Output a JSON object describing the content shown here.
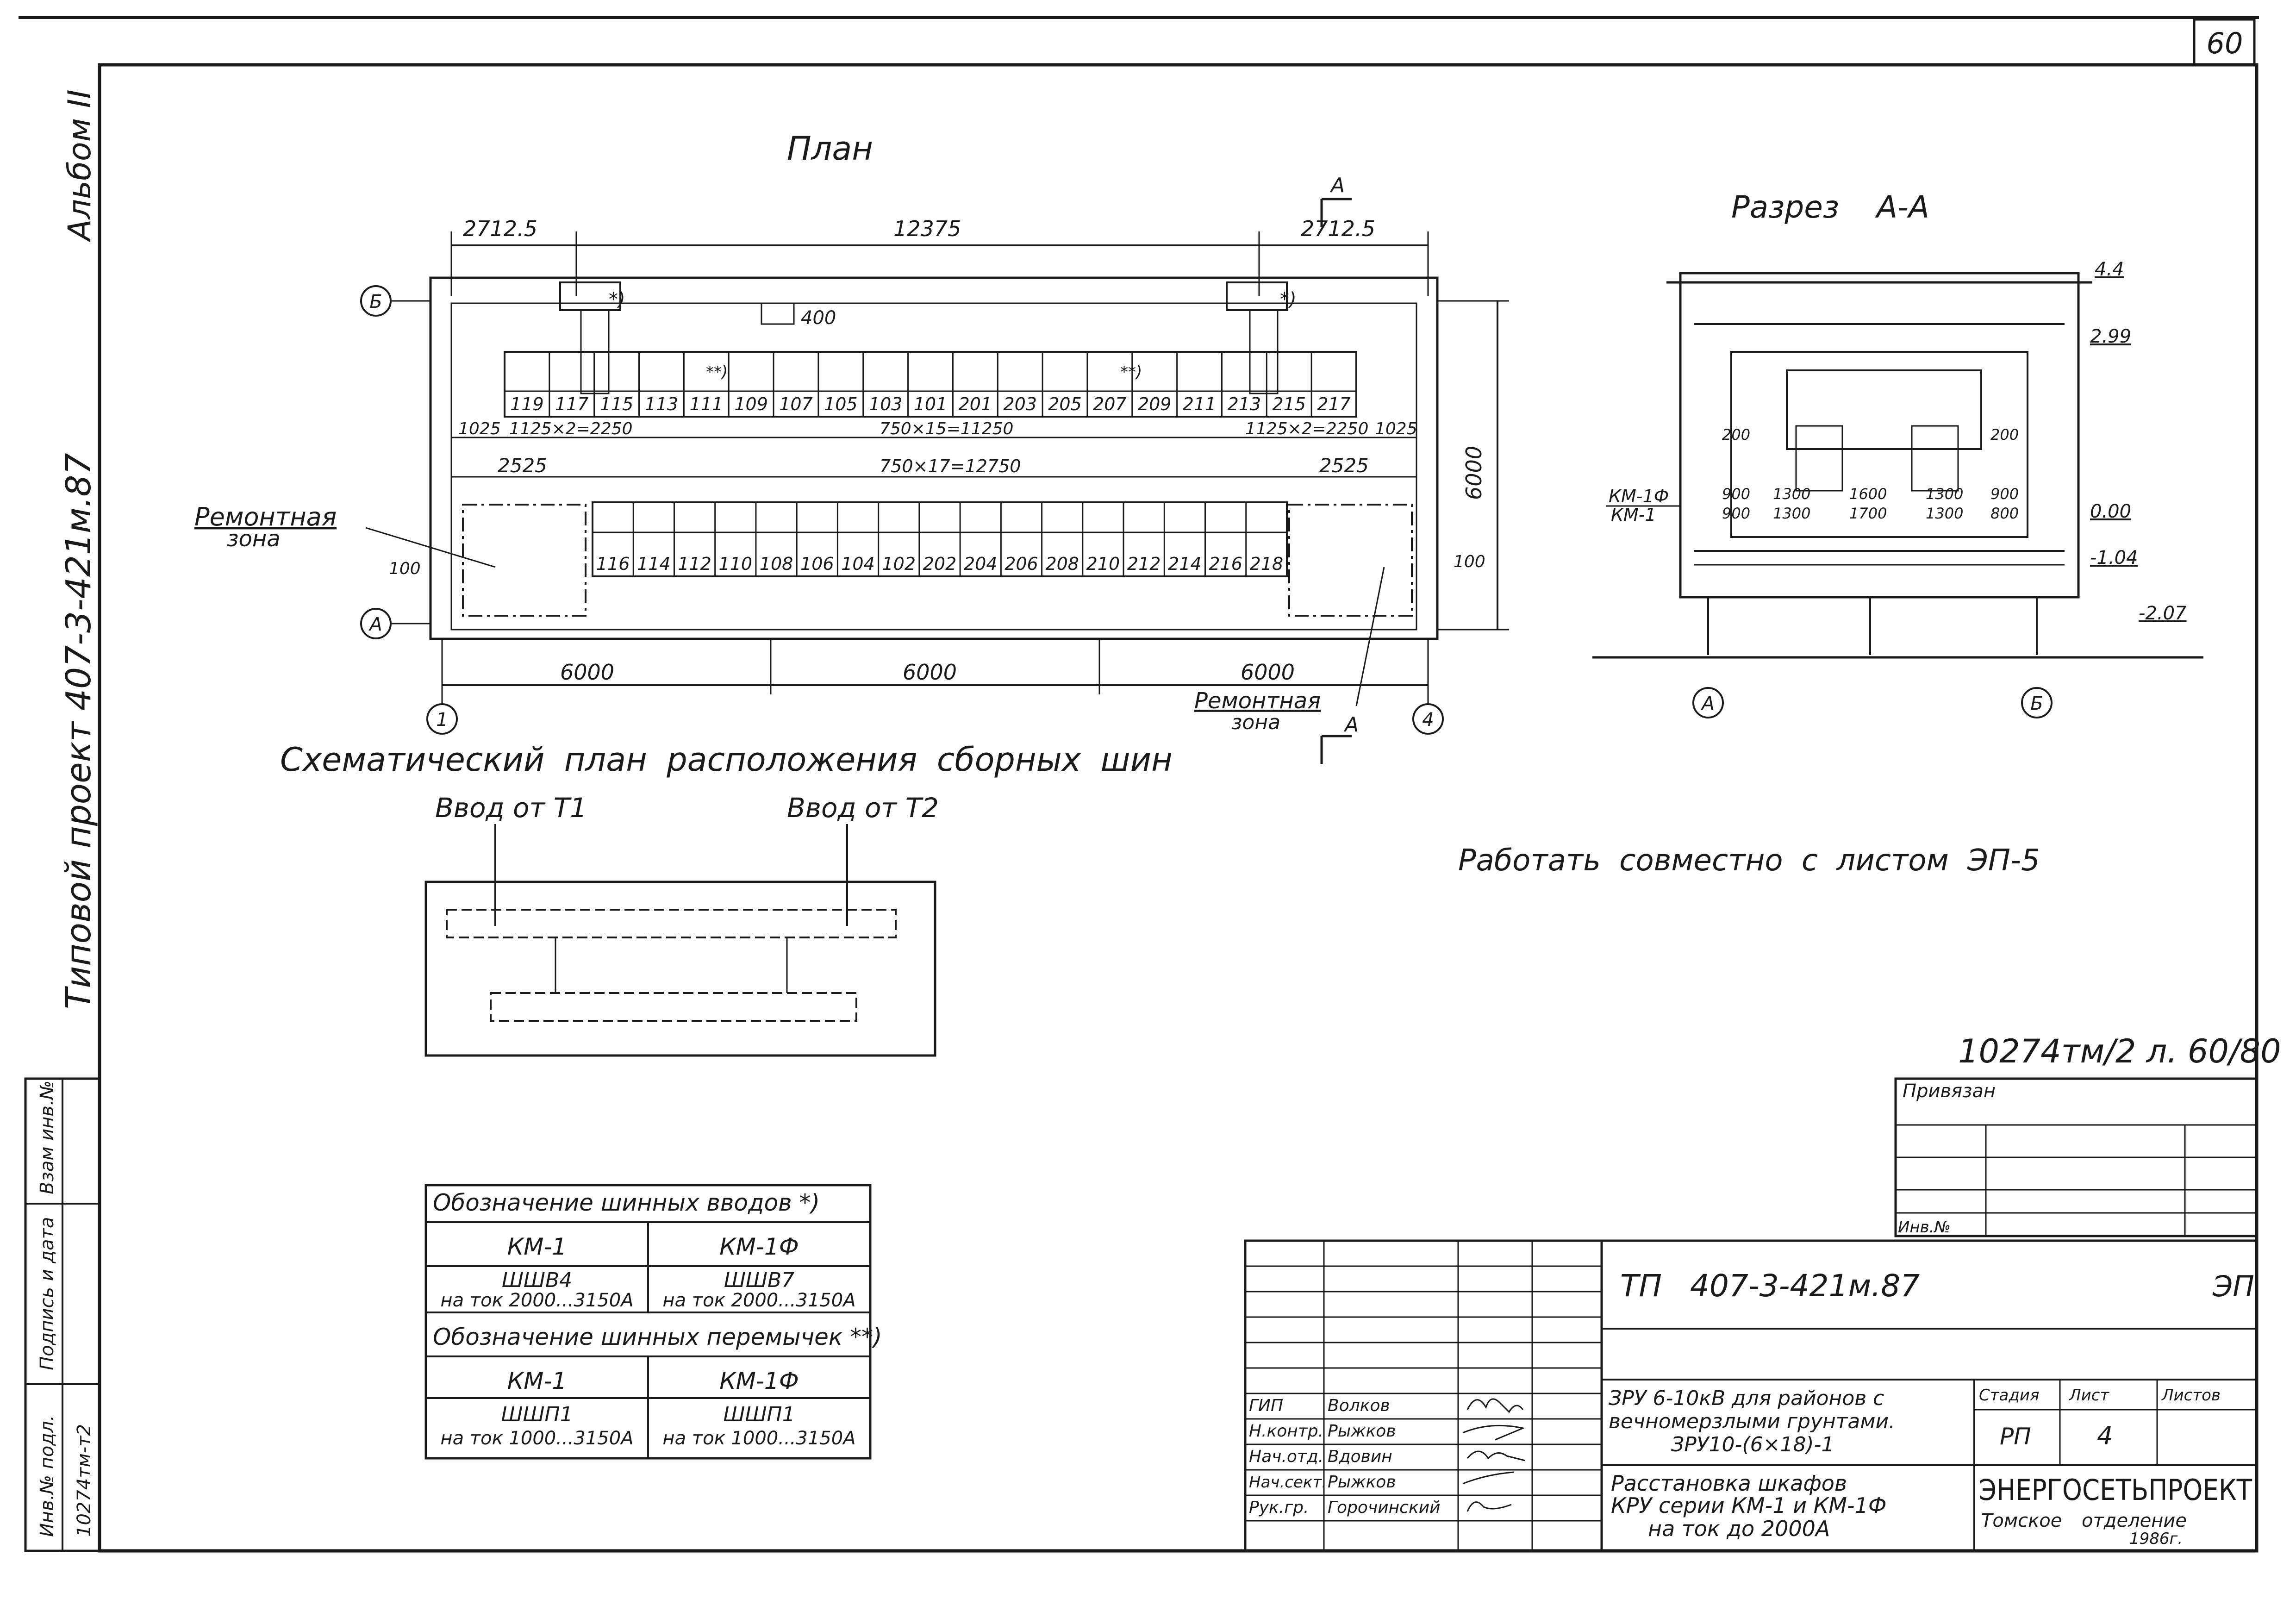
{
  "sheet_number": "60",
  "side_strip": {
    "album": "Альбом II",
    "project": "Типовой проект 407-3-421м.87",
    "stamp_cells": [
      "Взам инв.№",
      "Подпись и дата",
      "Инв.№ подл.",
      "10274тм-т2"
    ]
  },
  "plan": {
    "title": "План",
    "section_mark": "А",
    "axis_rows": [
      "Б",
      "А"
    ],
    "axis_cols": [
      "1",
      "4"
    ],
    "dim_top": [
      "2712.5",
      "12375",
      "2712.5"
    ],
    "dim_400": "400",
    "dim_right": "6000",
    "dim_bottom": [
      "6000",
      "6000",
      "6000"
    ],
    "row_dims1": [
      "1025",
      "1125×2=2250",
      "750×15=11250",
      "1125×2=2250",
      "1025"
    ],
    "row_dims2": [
      "2525",
      "750×17=12750",
      "2525"
    ],
    "dim_100": "100",
    "note_star1": "*)",
    "note_star2": "**)",
    "top_cells": [
      "119",
      "117",
      "115",
      "113",
      "111",
      "109",
      "107",
      "105",
      "103",
      "101",
      "201",
      "203",
      "205",
      "207",
      "209",
      "211",
      "213",
      "215",
      "217"
    ],
    "bottom_cells": [
      "116",
      "114",
      "112",
      "110",
      "108",
      "106",
      "104",
      "102",
      "202",
      "204",
      "206",
      "208",
      "210",
      "212",
      "214",
      "216",
      "218"
    ],
    "repair_zone": "Ремонтная зона",
    "repair_zone_line1": "Ремонтная",
    "repair_zone_line2": "зона"
  },
  "section": {
    "title": "Разрез А-А",
    "levels": [
      "4.4",
      "2.99",
      "0.00",
      "-1.04",
      "-2.07"
    ],
    "labels_left": [
      "КМ-1Ф",
      "КМ-1"
    ],
    "dims_row1": [
      "200",
      "200"
    ],
    "dims_km1f": [
      "900",
      "1300",
      "1600",
      "1300",
      "900"
    ],
    "dims_km1": [
      "900",
      "1300",
      "1700",
      "1300",
      "800"
    ],
    "axes": [
      "А",
      "Б"
    ]
  },
  "bus_plan": {
    "title": "Схематический план расположения сборных шин",
    "input1": "Ввод от Т1",
    "input2": "Ввод от Т2"
  },
  "note_work": "Работать совместно с листом ЭП-5",
  "ref_number": "10274тм/2 л. 60/80",
  "bus_table": {
    "header1": "Обозначение шинных вводов *)",
    "col_a": "КМ-1",
    "col_b": "КМ-1Ф",
    "a_code": "ШШВ4",
    "a_desc": "на ток 2000...3150А",
    "b_code": "ШШВ7",
    "b_desc": "на ток 2000...3150А",
    "header2": "Обозначение шинных перемычек **)",
    "col_c": "КМ-1",
    "col_d": "КМ-1Ф",
    "c_code": "ШШП1",
    "c_desc": "на ток 1000...3150А",
    "d_code": "ШШП1",
    "d_desc": "на ток 1000...3150А"
  },
  "title_block": {
    "privyazan": "Привязан",
    "inv_no": "Инв.№",
    "code": "ТП 407-3-421м.87",
    "mark": "ЭП",
    "people": [
      {
        "role": "ГИП",
        "name": "Волков"
      },
      {
        "role": "Н.контр.",
        "name": "Рыжков"
      },
      {
        "role": "Нач.отд.",
        "name": "Вдовин"
      },
      {
        "role": "Нач.сект.",
        "name": "Рыжков"
      },
      {
        "role": "Рук.гр.",
        "name": "Горочинский"
      }
    ],
    "object_line1": "ЗРУ 6-10кВ для районов с",
    "object_line2": "вечномерзлыми грунтами.",
    "object_line3": "ЗРУ10-(6×18)-1",
    "drawing_line1": "Расстановка шкафов",
    "drawing_line2": "КРУ серии КМ-1 и КМ-1Ф",
    "drawing_line3": "на ток до 2000А",
    "stage_label": "Стадия",
    "sheet_label": "Лист",
    "sheets_label": "Листов",
    "stage": "РП",
    "sheet": "4",
    "org": "ЭНЕРГОСЕТЬПРОЕКТ",
    "branch": "Томское отделение",
    "year": "1986г."
  }
}
